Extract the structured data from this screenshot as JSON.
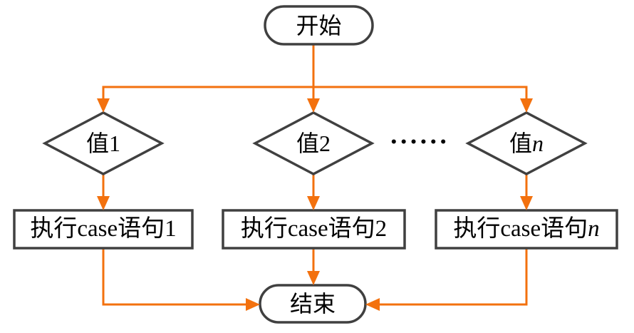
{
  "colors": {
    "connector_orange": "#F3710E",
    "shape_border_gray": "#404040",
    "text_black": "#000000",
    "background_white": "#FFFFFF"
  },
  "flowchart": {
    "start": {
      "label": "开始"
    },
    "decisions": [
      {
        "label": "值",
        "suffix": "1",
        "suffix_italic": false
      },
      {
        "label": "值",
        "suffix": "2",
        "suffix_italic": false
      },
      {
        "label": "值",
        "suffix": "n",
        "suffix_italic": true
      }
    ],
    "ellipsis": "••••••",
    "processes": [
      {
        "label": "执行case语句",
        "suffix": "1",
        "suffix_italic": false
      },
      {
        "label": "执行case语句",
        "suffix": "2",
        "suffix_italic": false
      },
      {
        "label": "执行case语句",
        "suffix": "n",
        "suffix_italic": true
      }
    ],
    "end": {
      "label": "结束"
    }
  }
}
